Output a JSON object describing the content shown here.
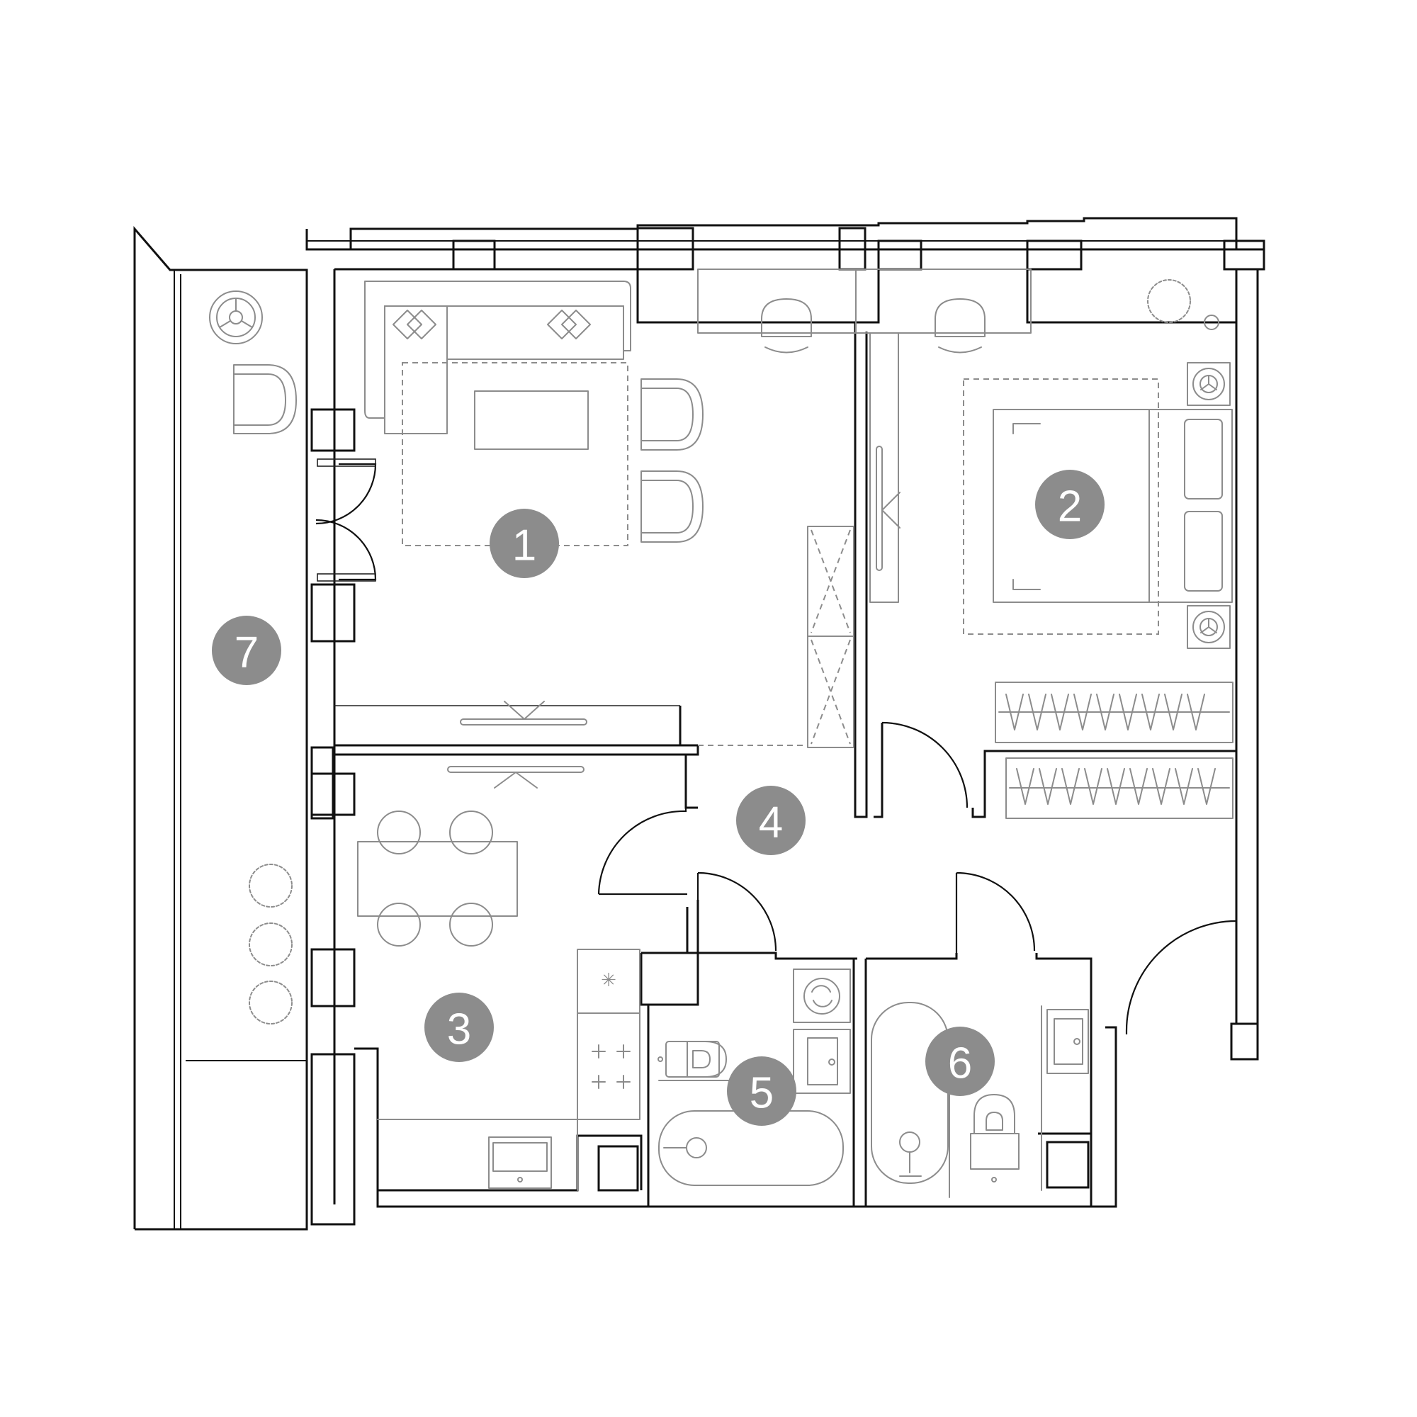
{
  "plan": {
    "rooms": [
      {
        "id": "room-1",
        "label": "1"
      },
      {
        "id": "room-2",
        "label": "2"
      },
      {
        "id": "room-3",
        "label": "3"
      },
      {
        "id": "room-4",
        "label": "4"
      },
      {
        "id": "room-5",
        "label": "5"
      },
      {
        "id": "room-6",
        "label": "6"
      },
      {
        "id": "room-7",
        "label": "7"
      }
    ],
    "colors": {
      "wall": "#111111",
      "furniture": "#8c8c8c",
      "badge": "#8c8c8c",
      "badge_text": "#ffffff",
      "background": "#ffffff"
    }
  }
}
